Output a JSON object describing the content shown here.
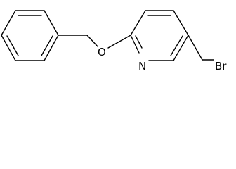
{
  "structure": {
    "atoms": {
      "oxygen": "O",
      "nitrogen": "N",
      "bromine": "Br"
    },
    "colors": {
      "bond": "#000000",
      "label": "#000000",
      "background": "#ffffff"
    }
  }
}
